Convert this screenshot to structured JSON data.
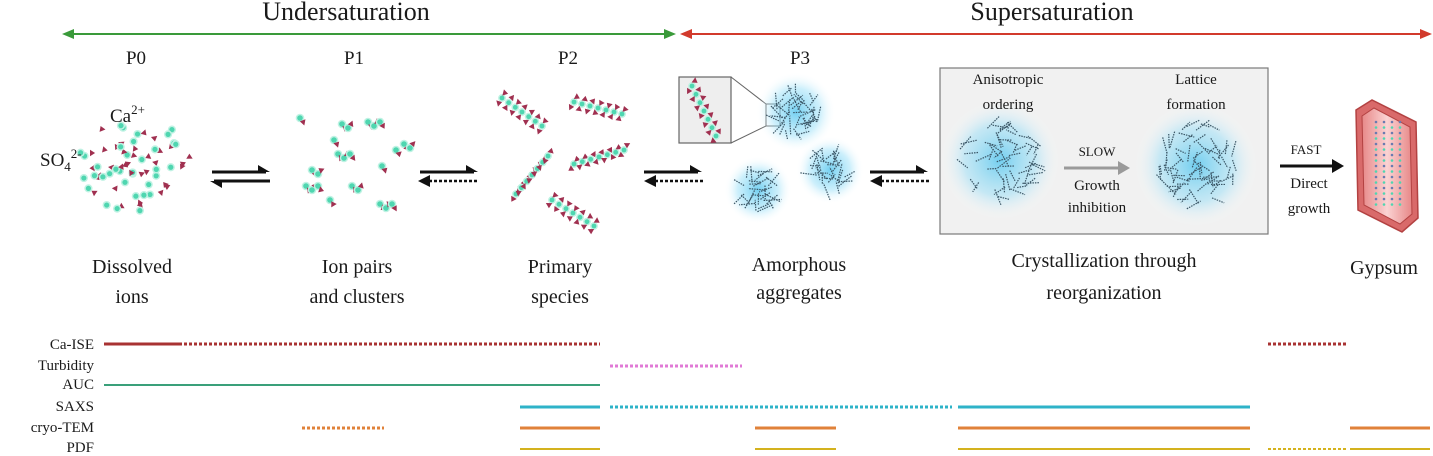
{
  "regimes": [
    {
      "label": "Undersaturation",
      "color": "#3a9a3a"
    },
    {
      "label": "Supersaturation",
      "color": "#d23a2c"
    }
  ],
  "stages": [
    {
      "id": "P0",
      "caption": [
        "Dissolved",
        "ions"
      ]
    },
    {
      "id": "P1",
      "caption": [
        "Ion pairs",
        "and clusters"
      ]
    },
    {
      "id": "P2",
      "caption": [
        "Primary",
        "species"
      ]
    },
    {
      "id": "P3",
      "caption": [
        "Amorphous",
        "aggregates"
      ]
    },
    {
      "id": "",
      "caption": [
        "Crystallization through",
        "reorganization"
      ]
    },
    {
      "id": "",
      "caption": [
        "Gypsum"
      ]
    }
  ],
  "ions": {
    "calcium": "Ca",
    "calcium_charge": "2+",
    "sulfate": "SO",
    "sulfate_sub": "4",
    "sulfate_charge": "2-"
  },
  "inset": {
    "left_label": [
      "Anisotropic",
      "ordering"
    ],
    "right_label": [
      "Lattice",
      "formation"
    ],
    "slow_label": "SLOW",
    "slow_note": [
      "Growth",
      "inhibition"
    ]
  },
  "fast": {
    "label": "FAST",
    "note": [
      "Direct",
      "growth"
    ]
  },
  "techniques": [
    {
      "name": "Ca-ISE",
      "color": "#a83232"
    },
    {
      "name": "Turbidity",
      "color": "#e07ad6"
    },
    {
      "name": "AUC",
      "color": "#3aa07a"
    },
    {
      "name": "SAXS",
      "color": "#2eb3c8"
    },
    {
      "name": "cryo-TEM",
      "color": "#e0823a"
    },
    {
      "name": "PDF",
      "color": "#d4b21e"
    }
  ],
  "colors": {
    "calcium_ion": "#4fd6b0",
    "sulfate_ion": "#a03050",
    "glow": "#5cc8ef",
    "gypsum_face": "#f2a3a3",
    "gypsum_edge": "#c44444",
    "arrow_black": "#111111",
    "arrow_grey": "#9a9a9a"
  }
}
